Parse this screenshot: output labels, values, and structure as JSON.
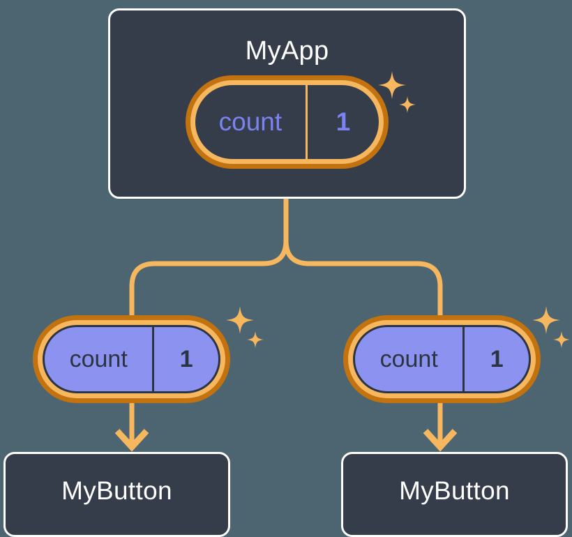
{
  "theme": {
    "background": "#4d6570",
    "card_bg": "#353d4a",
    "card_border": "#ffffff",
    "pill_outer_ring": "#c2720f",
    "pill_inner_ring": "#f7b75e",
    "pill_child_fill": "#8b92ef",
    "pill_child_text": "#2b3440",
    "pill_app_text": "#7c83f0",
    "connector": "#f7b75e",
    "sparkle": "#f7b75e"
  },
  "diagram": {
    "title": "MyApp",
    "root": {
      "label": "MyApp",
      "state": {
        "key": "count",
        "value": "1"
      },
      "sparkle_icon": "sparkles-icon"
    },
    "branches": [
      {
        "state": {
          "key": "count",
          "value": "1"
        },
        "sparkle_icon": "sparkles-icon",
        "child": {
          "label": "MyButton"
        }
      },
      {
        "state": {
          "key": "count",
          "value": "1"
        },
        "sparkle_icon": "sparkles-icon",
        "child": {
          "label": "MyButton"
        }
      }
    ]
  }
}
